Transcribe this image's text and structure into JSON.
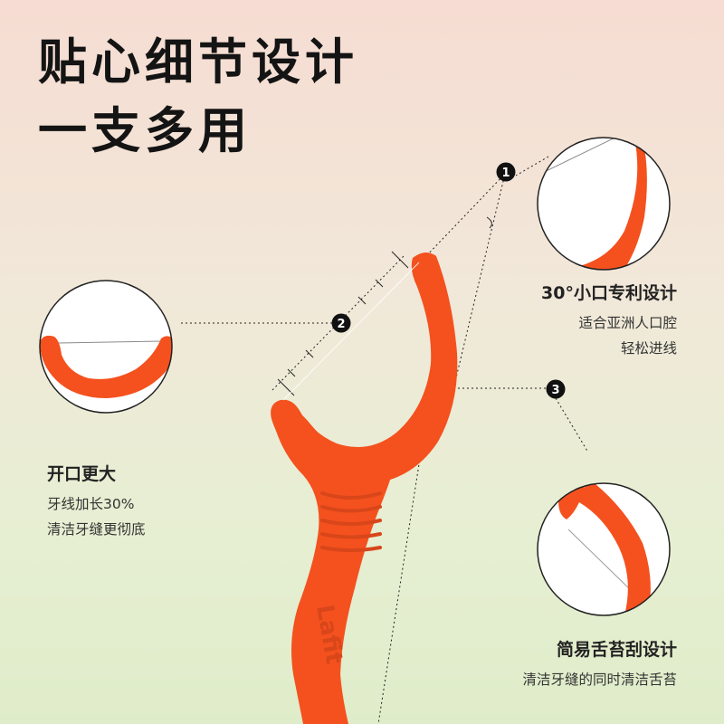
{
  "title": {
    "line1": "贴心细节设计",
    "line2": "一支多用"
  },
  "markers": [
    "1",
    "2",
    "3"
  ],
  "features": {
    "angle": {
      "heading": "30°小口专利设计",
      "line1": "适合亚洲人口腔",
      "line2": "轻松进线"
    },
    "opening": {
      "heading": "开口更大",
      "line1": "牙线加长30%",
      "line2": "清洁牙缝更彻底"
    },
    "tongue": {
      "heading": "简易舌苔刮设计",
      "line1": "清洁牙缝的同时清洁舌苔"
    }
  },
  "product": {
    "brand_imprint": "Lafit",
    "color": "#f4511e"
  },
  "colors": {
    "accent": "#f4511e",
    "text": "#141414",
    "marker": "#111111"
  }
}
